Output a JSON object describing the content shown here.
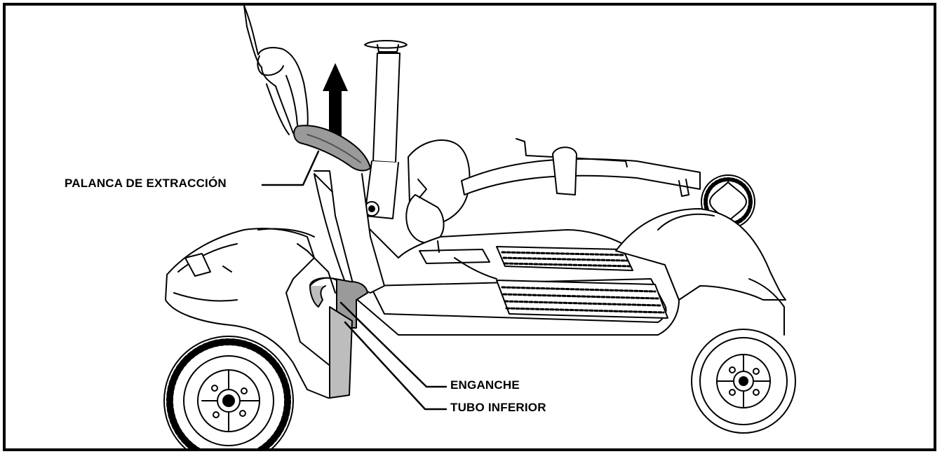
{
  "labels": {
    "extraction_lever": "PALANCA DE EXTRACCIÓN",
    "hook": "ENGANCHE",
    "lower_tube": "TUBO INFERIOR"
  },
  "colors": {
    "line": "#000000",
    "highlight": "#9a9a9a",
    "highlight_light": "#bdbdbd",
    "background": "#ffffff"
  }
}
